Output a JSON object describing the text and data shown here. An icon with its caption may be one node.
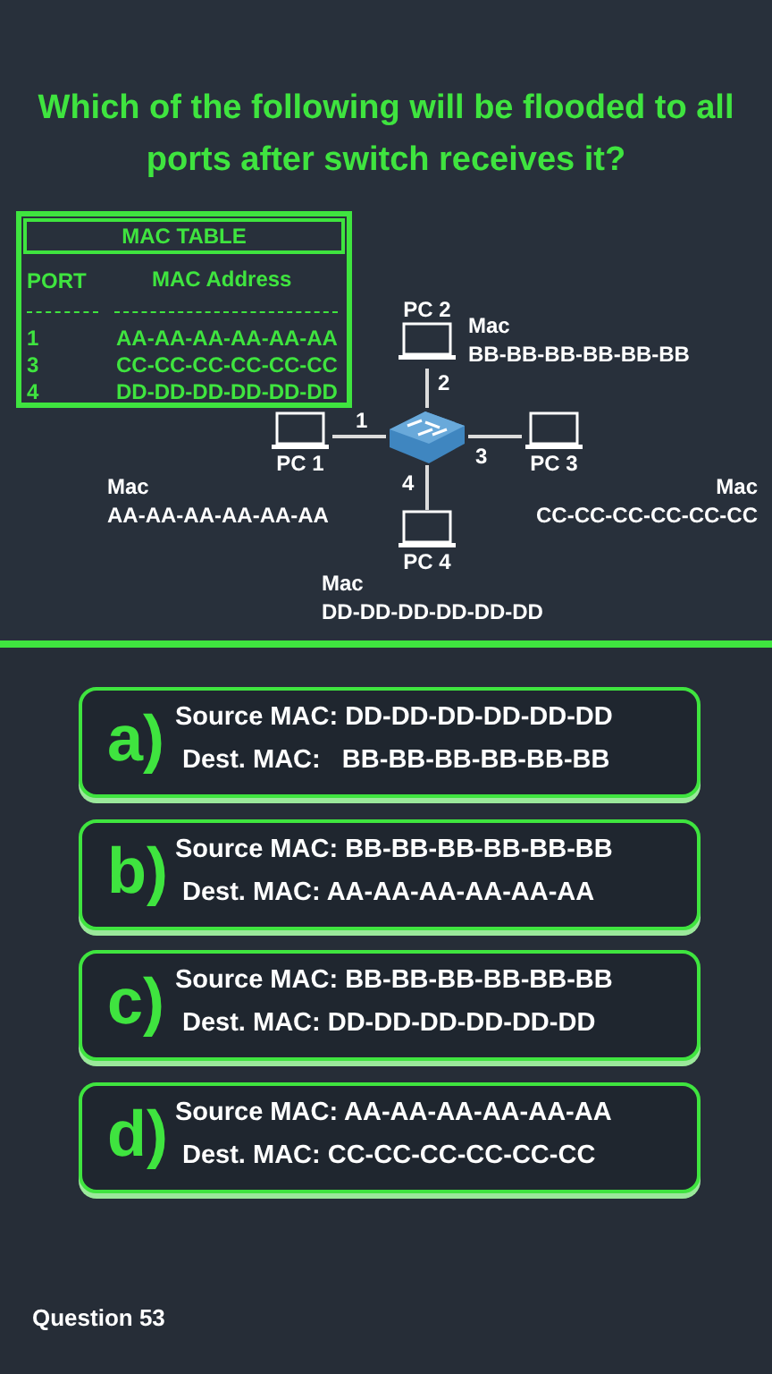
{
  "diagram": {
    "title": "Which of the following will be flooded to all ports after switch receives it?",
    "nodes": [
      {
        "text": [],
        "shape": "box"
      },
      {
        "text": [
          "PC 2"
        ],
        "beside": [
          "Mac",
          "BB-BB-BB-BB-BB-BB"
        ]
      },
      {
        "text": [
          "PC 1"
        ],
        "beside": [
          "Mac",
          "AA-AA-AA-AA-AA-AA"
        ]
      },
      {
        "text": [
          "PC 3"
        ],
        "beside": [
          "Mac",
          "CC-CC-CC-CC-CC-CC"
        ]
      },
      {
        "text": [
          "PC 4"
        ],
        "beside": [
          "Mac",
          "DD-DD-DD-DD-DD-DD"
        ]
      },
      {
        "text": [
          "a)",
          "Source MAC: DD-DD-DD-DD-DD-DD",
          "Dest. MAC:   BB-BB-BB-BB-BB-BB"
        ]
      },
      {
        "text": [
          "b)",
          "Source MAC: BB-BB-BB-BB-BB-BB",
          "Dest. MAC: AA-AA-AA-AA-AA-AA"
        ]
      },
      {
        "text": [
          "c)",
          "Source MAC: BB-BB-BB-BB-BB-BB",
          "Dest. MAC: DD-DD-DD-DD-DD-DD"
        ]
      },
      {
        "text": [
          "d)",
          "Source MAC: AA-AA-AA-AA-AA-AA",
          "Dest. MAC: CC-CC-CC-CC-CC-CC"
        ]
      }
    ],
    "edges": [
      {
        "from": 0,
        "to": 1,
        "arrow": "none",
        "label": "2"
      },
      {
        "from": 0,
        "to": 2,
        "arrow": "none",
        "label": "1"
      },
      {
        "from": 0,
        "to": 3,
        "arrow": "none",
        "label": "3"
      },
      {
        "from": 0,
        "to": 4,
        "arrow": "none",
        "label": "4"
      }
    ],
    "labels": [
      "MAC TABLE",
      "PORT",
      "MAC Address",
      "1",
      "AA-AA-AA-AA-AA-AA",
      "3",
      "CC-CC-CC-CC-CC-CC",
      "4",
      "DD-DD-DD-DD-DD-DD",
      "Question 53"
    ]
  }
}
